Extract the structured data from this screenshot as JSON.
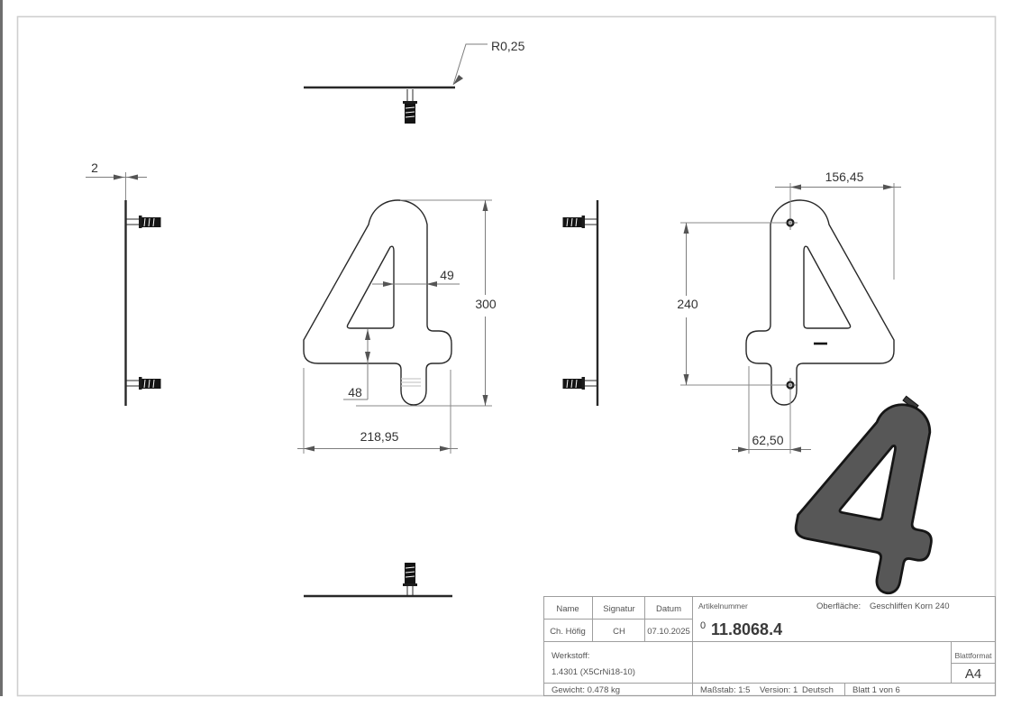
{
  "views": {
    "top": {
      "radius_label": "R0,25"
    },
    "side_left": {
      "thickness": "2"
    },
    "front": {
      "stem_width": "49",
      "height": "300",
      "bar_height": "48",
      "width": "218,95"
    },
    "back": {
      "hole_top_offset": "156,45",
      "hole_spacing": "240",
      "hole_bottom_offset": "62,50"
    }
  },
  "title_block": {
    "name_label": "Name",
    "signature_label": "Signatur",
    "date_label": "Datum",
    "name": "Ch. Höfig",
    "signature": "CH",
    "date": "07.10.2025",
    "article_label": "Artikelnummer",
    "article_prefix": "0",
    "article_number": "11.8068.4",
    "surface_label": "Oberfläche:",
    "surface_value": "Geschliffen Korn 240",
    "material_label": "Werkstoff:",
    "material_value": "1.4301 (X5CrNi18-10)",
    "sheet_format_label": "Blattformat",
    "sheet_format_value": "A4",
    "weight": "Gewicht: 0.478 kg",
    "scale": "Maßstab: 1:5",
    "version": "Version: 1",
    "language": "Deutsch",
    "sheet": "Blatt 1 von 6"
  },
  "colors": {
    "part_fill_3d": "#575757",
    "edge": "#282828",
    "dimension": "#7d7d7d"
  }
}
